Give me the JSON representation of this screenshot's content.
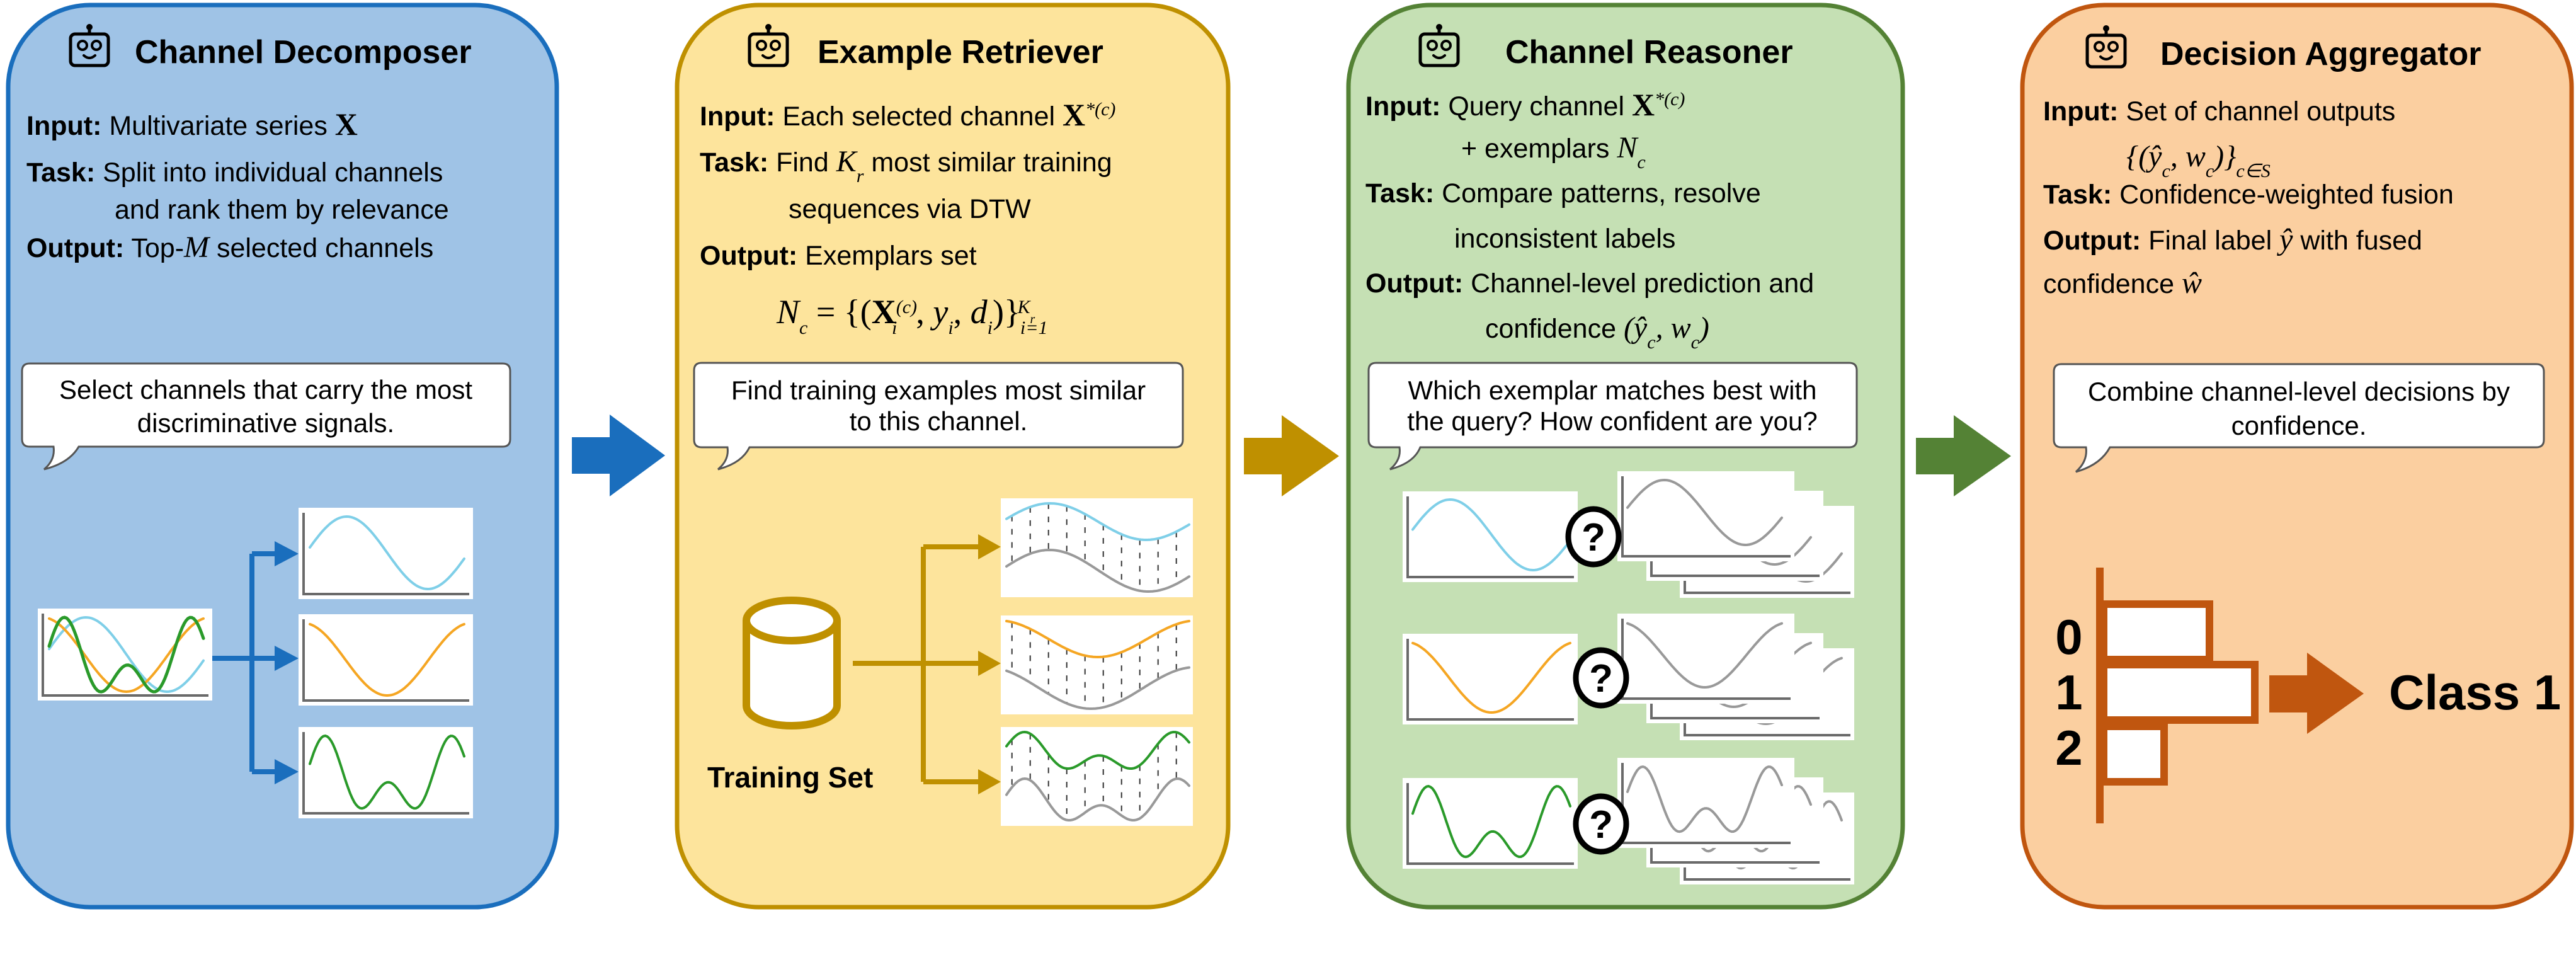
{
  "colors": {
    "decomposer_fill": "#9fc3e6",
    "decomposer_border": "#1a6ebd",
    "retriever_fill": "#fde49c",
    "retriever_border": "#bf9000",
    "reasoner_fill": "#c5e0b4",
    "reasoner_border": "#548235",
    "aggregator_fill": "#fbcfa0",
    "aggregator_border": "#c0560f",
    "channel_1": "#7fcfe8",
    "channel_2": "#f5a623",
    "channel_3": "#2a9a2a",
    "exemplar": "#999999"
  },
  "panel1": {
    "title": "Channel Decomposer",
    "input": {
      "label": "Input:",
      "text": "Multivariate series ",
      "math": "X"
    },
    "task": {
      "label": "Task:",
      "line1": "Split into individual channels",
      "line2": "and rank them by relevance"
    },
    "output": {
      "label": "Output:",
      "pre": "Top-",
      "math": "M",
      "post": " selected channels"
    },
    "bubble": [
      "Select channels that carry the most",
      "discriminative signals."
    ]
  },
  "panel2": {
    "title": "Example Retriever",
    "input": {
      "label": "Input:",
      "text": "Each selected channel ",
      "math": "X",
      "sup": "*(c)"
    },
    "task": {
      "label": "Task:",
      "pre": "Find ",
      "math": "K",
      "sub": "r",
      "post": " most similar training",
      "line2": "sequences via DTW"
    },
    "output": {
      "label": "Output:",
      "text": "Exemplars set"
    },
    "formula": {
      "n": "N",
      "n_sub": "c",
      "eq": " = {(",
      "x": "X",
      "x_sup": "(c)",
      "x_sub": "i",
      "sep1": ", ",
      "y": "y",
      "y_sub": "i",
      "sep2": ", ",
      "d": "d",
      "d_sub": "i",
      "close": ")}",
      "lim_sub": "i=1",
      "lim_sup": "K",
      "lim_sup_sub": "r"
    },
    "bubble": [
      "Find training examples most similar",
      "to this channel."
    ],
    "training_set_label": "Training Set"
  },
  "panel3": {
    "title": "Channel Reasoner",
    "input": {
      "label": "Input:",
      "text": "Query channel ",
      "math": "X",
      "sup": "*(c)",
      "line2": "+ exemplars ",
      "math2": "N",
      "math2_sub": "c"
    },
    "task": {
      "label": "Task:",
      "line1": "Compare patterns, resolve",
      "line2": "inconsistent labels"
    },
    "output": {
      "label": "Output:",
      "line1": "Channel-level prediction and",
      "line2": "confidence ",
      "m_open": "(ŷ",
      "m_sub1": "c",
      "m_mid": ", w",
      "m_sub2": "c",
      "m_close": ")"
    },
    "bubble": [
      "Which exemplar matches best with",
      "the query? How confident are you?"
    ],
    "question_mark": "?"
  },
  "panel4": {
    "title": "Decision Aggregator",
    "input": {
      "label": "Input:",
      "text": "Set of channel outputs",
      "m_open": "{(ŷ",
      "m_sub1": "c",
      "m_mid": ", w",
      "m_sub2": "c",
      "m_close": ")}",
      "m_sub3": "c∈S"
    },
    "task": {
      "label": "Task:",
      "text": "Confidence-weighted fusion"
    },
    "output": {
      "label": "Output:",
      "pre": "Final label ",
      "math": "ŷ",
      "post": " with fused",
      "line2": "confidence ",
      "math2": "ŵ"
    },
    "bubble": [
      "Combine channel-level decisions by",
      "confidence."
    ],
    "bars": [
      {
        "label": "0",
        "value": 0.7
      },
      {
        "label": "1",
        "value": 1.0
      },
      {
        "label": "2",
        "value": 0.4
      }
    ],
    "result": "Class 1"
  }
}
